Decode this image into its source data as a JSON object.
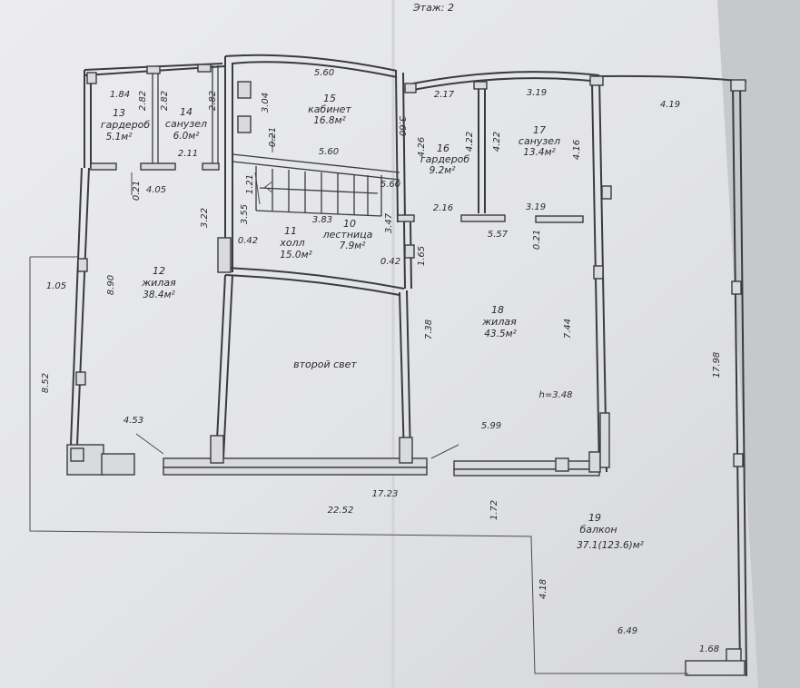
{
  "sheet": {
    "header": "Этаж: 2"
  },
  "rooms": [
    {
      "number": "13",
      "name": "гардероб",
      "area": "5.1м²"
    },
    {
      "number": "14",
      "name": "санузел",
      "area": "6.0м²"
    },
    {
      "number": "15",
      "name": "кабинет",
      "area": "16.8м²"
    },
    {
      "number": "16",
      "name": "гардероб",
      "area": "9.2м²"
    },
    {
      "number": "17",
      "name": "санузел",
      "area": "13.4м²"
    },
    {
      "number": "11",
      "name": "холл",
      "area": "15.0м²"
    },
    {
      "number": "10",
      "name": "лестница",
      "area": "7.9м²"
    },
    {
      "number": "12",
      "name": "жилая",
      "area": "38.4м²"
    },
    {
      "number": "18",
      "name": "жилая",
      "area": "43.5м²"
    },
    {
      "number": "19",
      "name": "балкон",
      "area": "37.1(123.6)м²"
    }
  ],
  "void_label": "второй свет",
  "ceiling_height": "h=3.48",
  "dimensions": {
    "d184": "1.84",
    "d282a": "2.82",
    "d282b": "2.82",
    "d282c": "2.82",
    "d560a": "5.60",
    "d304": "3.04",
    "d360": "3.60",
    "d217": "2.17",
    "d319a": "3.19",
    "d419": "4.19",
    "d021a": "0.21",
    "d560b": "5.60",
    "d211": "2.11",
    "d426": "4.26",
    "d422a": "4.22",
    "d422b": "4.22",
    "d416": "4.16",
    "d021b": "0.21",
    "d405": "4.05",
    "d121": "1.21",
    "d560c": "5.60",
    "d322": "3.22",
    "d355": "3.55",
    "d383": "3.83",
    "d347": "3.47",
    "d216": "2.16",
    "d319b": "3.19",
    "d042a": "0.42",
    "d557": "5.57",
    "d021c": "0.21",
    "d105": "1.05",
    "d890": "8.90",
    "d042b": "0.42",
    "d165": "1.65",
    "d738": "7.38",
    "d744": "7.44",
    "d1798": "17.98",
    "d852": "8.52",
    "d453": "4.53",
    "d599": "5.99",
    "d1723": "17.23",
    "d2252": "22.52",
    "d172": "1.72",
    "d418": "4.18",
    "d649": "6.49",
    "d168": "1.68"
  },
  "colors": {
    "paper": "#e6e6e8",
    "paper_shadow": "#c9cacc",
    "ink": "#2a2a2c"
  }
}
